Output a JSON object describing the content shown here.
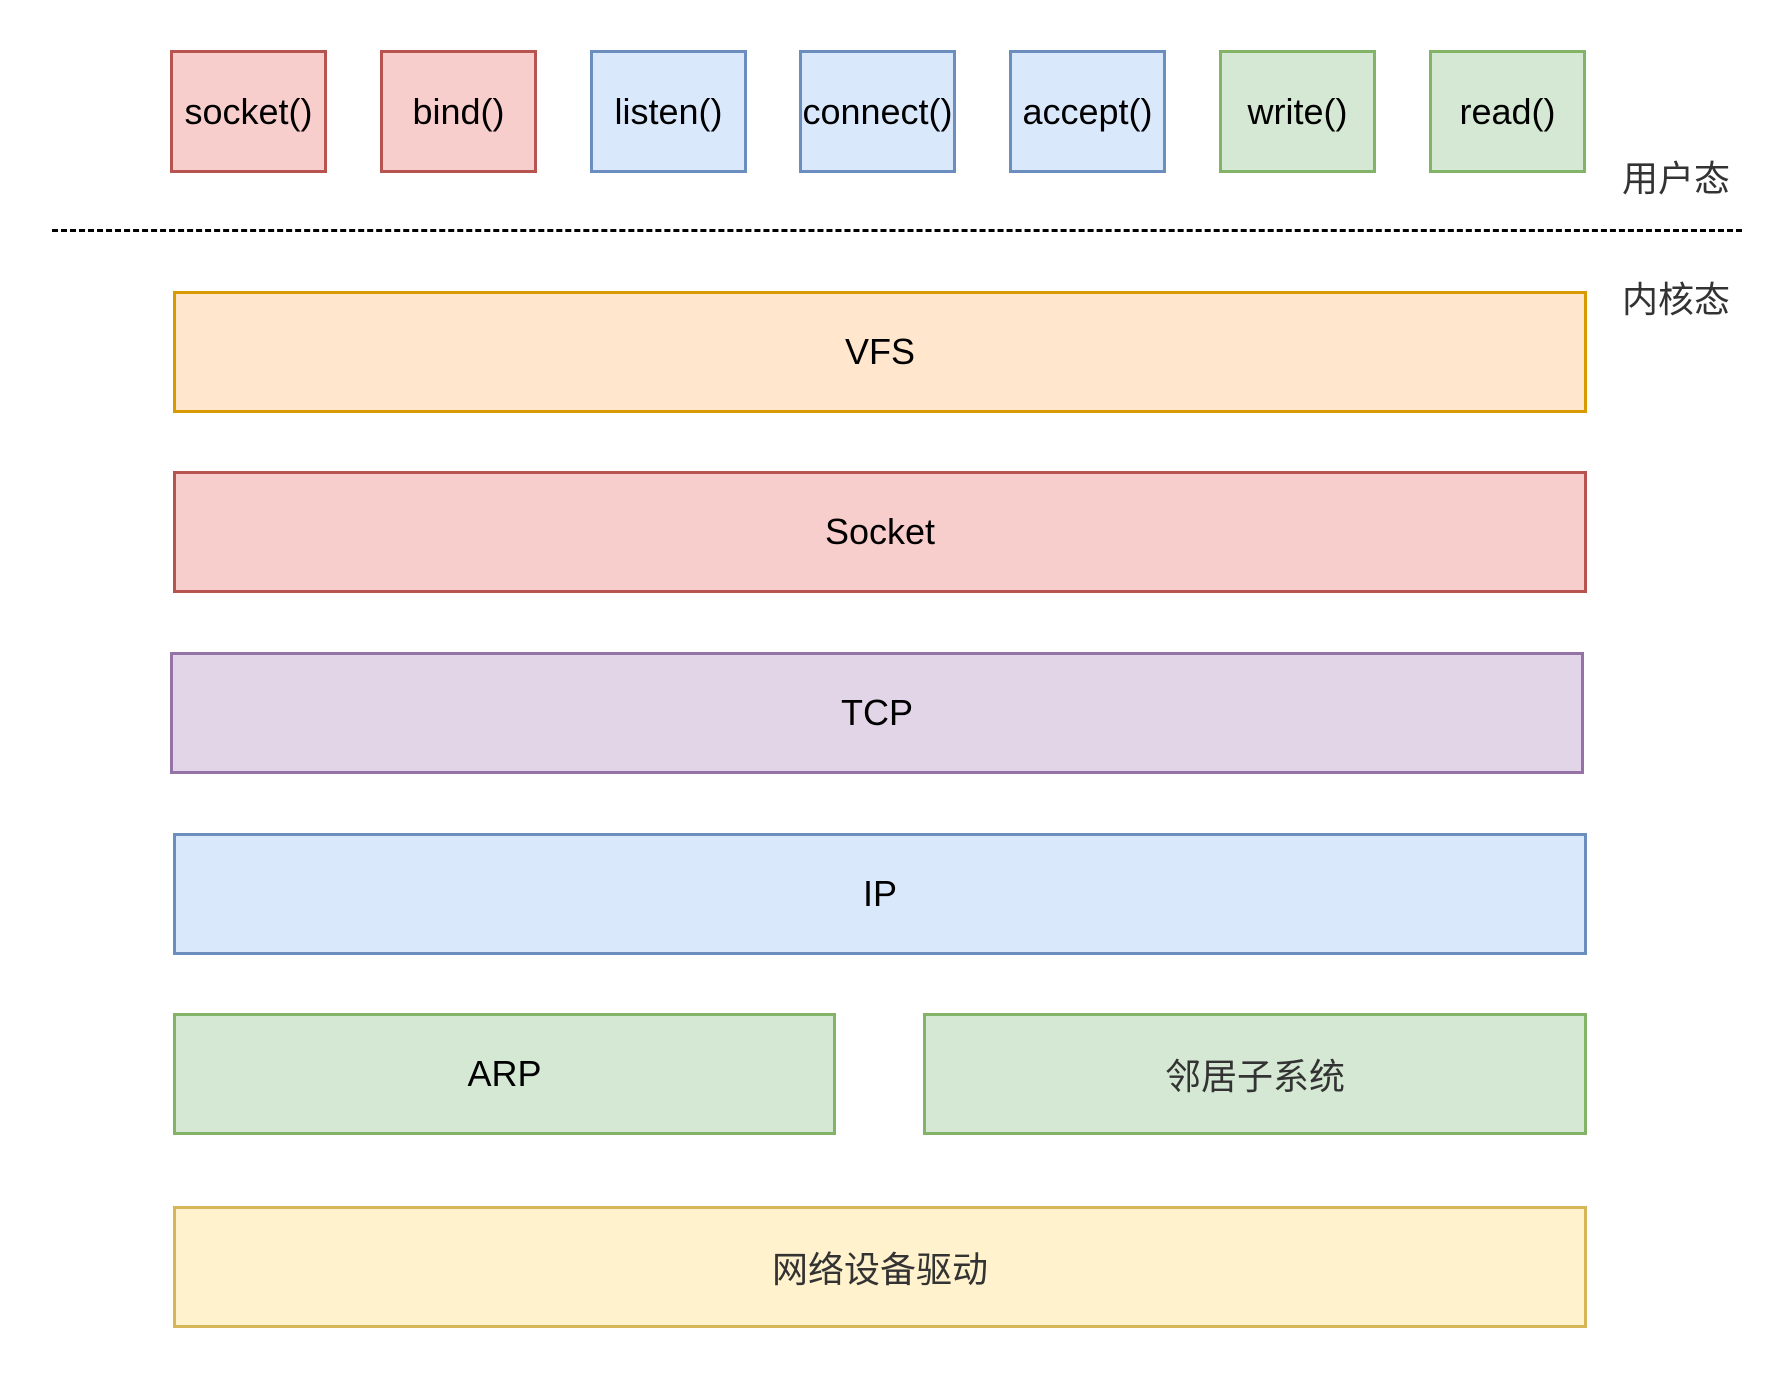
{
  "user_space": {
    "label": "用户态",
    "functions": [
      "socket()",
      "bind()",
      "listen()",
      "connect()",
      "accept()",
      "write()",
      "read()"
    ]
  },
  "kernel_space": {
    "label": "内核态",
    "layers": {
      "vfs": "VFS",
      "socket": "Socket",
      "tcp": "TCP",
      "ip": "IP",
      "arp": "ARP",
      "neighbor": "邻居子系统",
      "driver": "网络设备驱动"
    }
  },
  "colors": {
    "red_fill": "#f8cecc",
    "red_border": "#b85450",
    "blue_fill": "#dae8fc",
    "blue_border": "#6c8ebf",
    "green_fill": "#d5e8d4",
    "green_border": "#82b366",
    "orange_fill": "#ffe6cc",
    "orange_border": "#d79b00",
    "purple_fill": "#e1d5e7",
    "purple_border": "#9673a6",
    "yellow_fill": "#fff2cc",
    "yellow_border": "#d6b656"
  }
}
